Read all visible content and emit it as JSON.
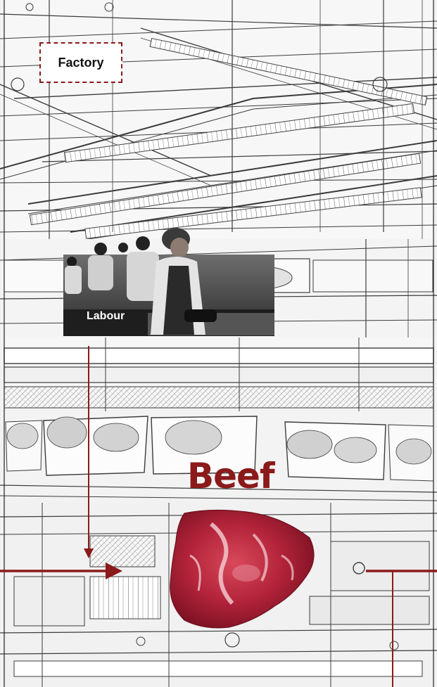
{
  "labels": {
    "factory": "Factory",
    "labour": "Labour",
    "beef": "Beef"
  },
  "colors": {
    "accent": "#8b1a1a",
    "sketch_line": "#444444",
    "photo_dark": "#2a2a2a",
    "meat": "#b3233a"
  },
  "icons": {
    "flow_arrow_down": "arrow-down-icon",
    "flow_arrow_right": "arrow-right-icon"
  }
}
